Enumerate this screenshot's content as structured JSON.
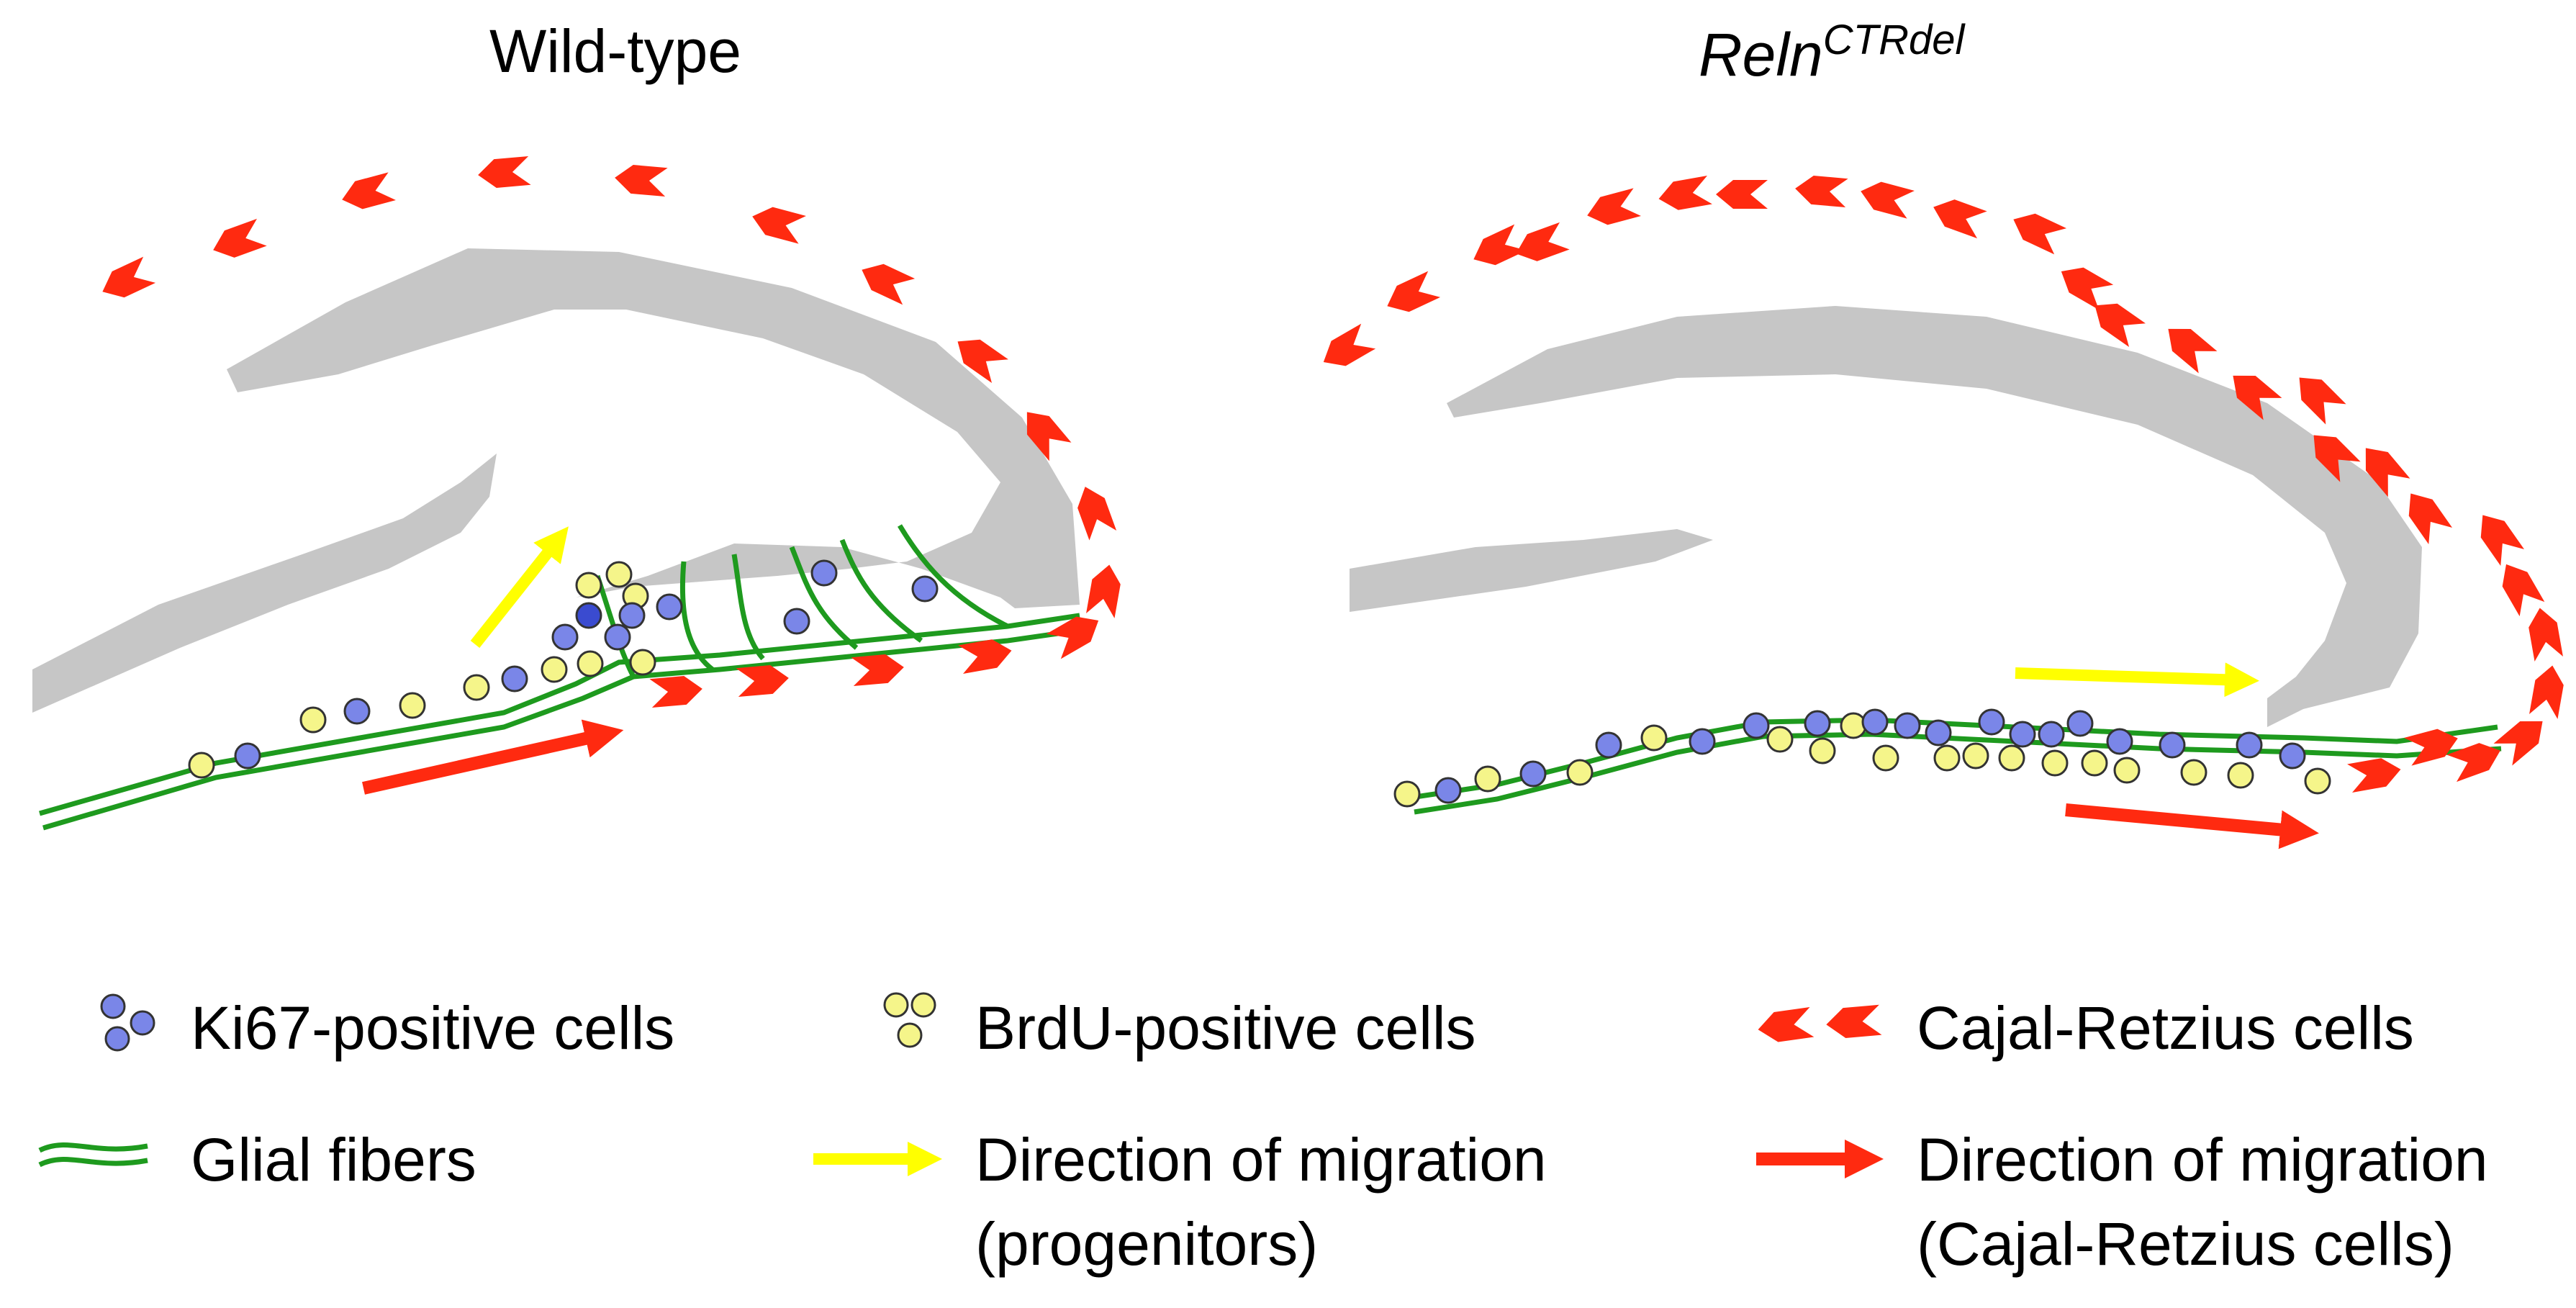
{
  "panels": {
    "left": {
      "title": "Wild-type"
    },
    "right": {
      "title_base": "Reln",
      "title_sup": "CTRdel"
    }
  },
  "legend": {
    "ki67": "Ki67-positive cells",
    "brdu": "BrdU-positive cells",
    "cr": "Cajal-Retzius cells",
    "glial": "Glial fibers",
    "dir_prog_line1": "Direction of migration",
    "dir_prog_line2": "(progenitors)",
    "dir_cr_line1": "Direction of migration",
    "dir_cr_line2": "(Cajal-Retzius cells)"
  },
  "colors": {
    "ki67": "#7a86e8",
    "ki67_dark": "#3a4bd0",
    "brdu": "#f5f58a",
    "cajal_retzius": "#ff2a10",
    "glial": "#1e9a1e",
    "grey_layer": "#c6c6c6",
    "progenitor_arrow": "#ffff00",
    "cr_arrow": "#ff2a10"
  }
}
